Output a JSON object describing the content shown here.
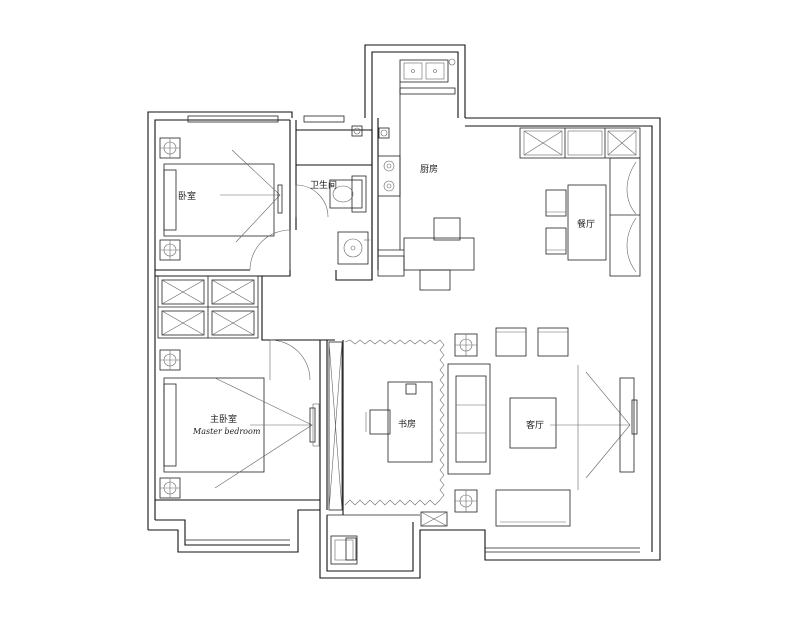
{
  "rooms": {
    "kitchen": "厨房",
    "dining": "餐厅",
    "bathroom": "卫生间",
    "bedroom2": "卧室",
    "master": "主卧室",
    "master_en": "Master bedroom",
    "study": "书房",
    "living": "客厅"
  },
  "colors": {
    "line": "#111111",
    "background": "#ffffff"
  }
}
